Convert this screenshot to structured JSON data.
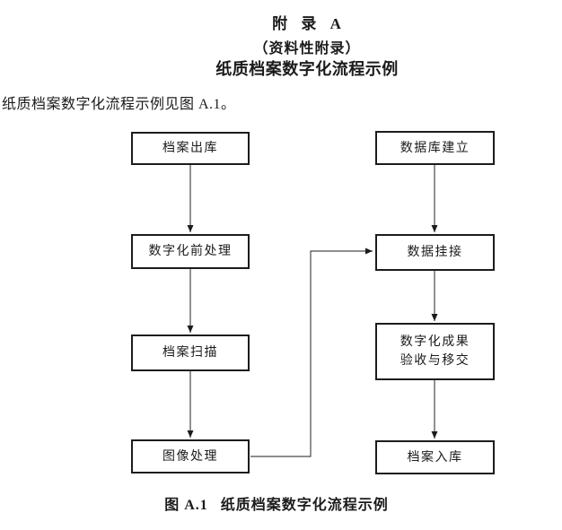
{
  "document": {
    "appendix_label": "附 录 A",
    "appendix_type": "（资料性附录）",
    "appendix_title": "纸质档案数字化流程示例",
    "intro_text": "纸质档案数字化流程示例见图 A.1。",
    "figure_caption": {
      "label": "图 A.1",
      "title": "纸质档案数字化流程示例"
    }
  },
  "flowchart": {
    "left_column": [
      {
        "id": "archive-checkout",
        "label": "档案出库"
      },
      {
        "id": "pre-digitization",
        "label": "数字化前处理"
      },
      {
        "id": "archive-scanning",
        "label": "档案扫描"
      },
      {
        "id": "image-processing",
        "label": "图像处理"
      }
    ],
    "right_column": [
      {
        "id": "database-creation",
        "label": "数据库建立"
      },
      {
        "id": "data-linking",
        "label": "数据挂接"
      },
      {
        "id": "results-acceptance",
        "label": "数字化成果",
        "label2": "验收与移交"
      },
      {
        "id": "archive-storage",
        "label": "档案入库"
      }
    ],
    "connections": [
      {
        "from": "archive-checkout",
        "to": "pre-digitization"
      },
      {
        "from": "pre-digitization",
        "to": "archive-scanning"
      },
      {
        "from": "archive-scanning",
        "to": "image-processing"
      },
      {
        "from": "image-processing",
        "to": "data-linking"
      },
      {
        "from": "database-creation",
        "to": "data-linking"
      },
      {
        "from": "data-linking",
        "to": "results-acceptance"
      },
      {
        "from": "results-acceptance",
        "to": "archive-storage"
      }
    ]
  },
  "colors": {
    "background": "#ffffff",
    "text": "#1b1b1b",
    "box_border": "#1c1c1c",
    "arrow_line": "#4a4a4a",
    "arrow_head": "#1b1b1b"
  }
}
